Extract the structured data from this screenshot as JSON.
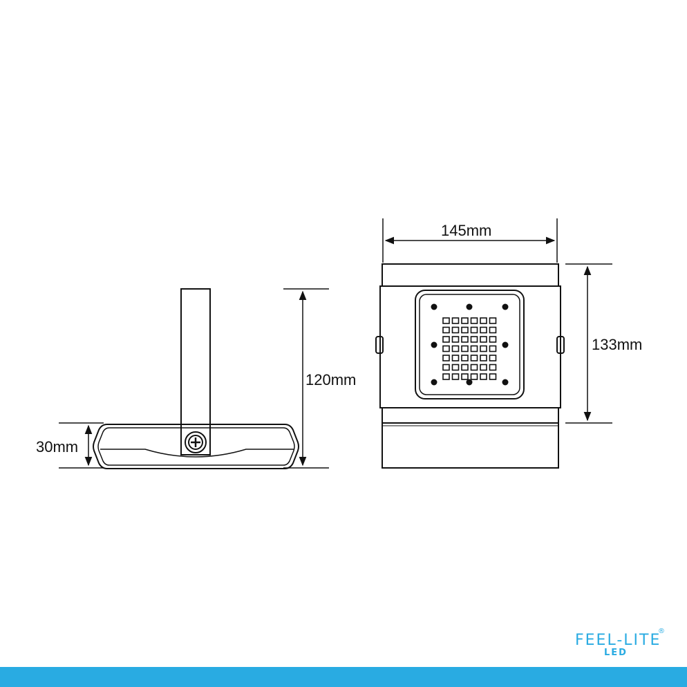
{
  "dimensions": {
    "side_height": "120mm",
    "side_thickness": "30mm",
    "front_width": "145mm",
    "front_height": "133mm"
  },
  "logo": {
    "name": "FEEL-LITE",
    "sub": "LED",
    "registered": "®"
  },
  "colors": {
    "line": "#111111",
    "brand": "#29abe2",
    "footer_bar": "#29abe2"
  },
  "led_grid": {
    "rows": 7,
    "cols": 6
  }
}
